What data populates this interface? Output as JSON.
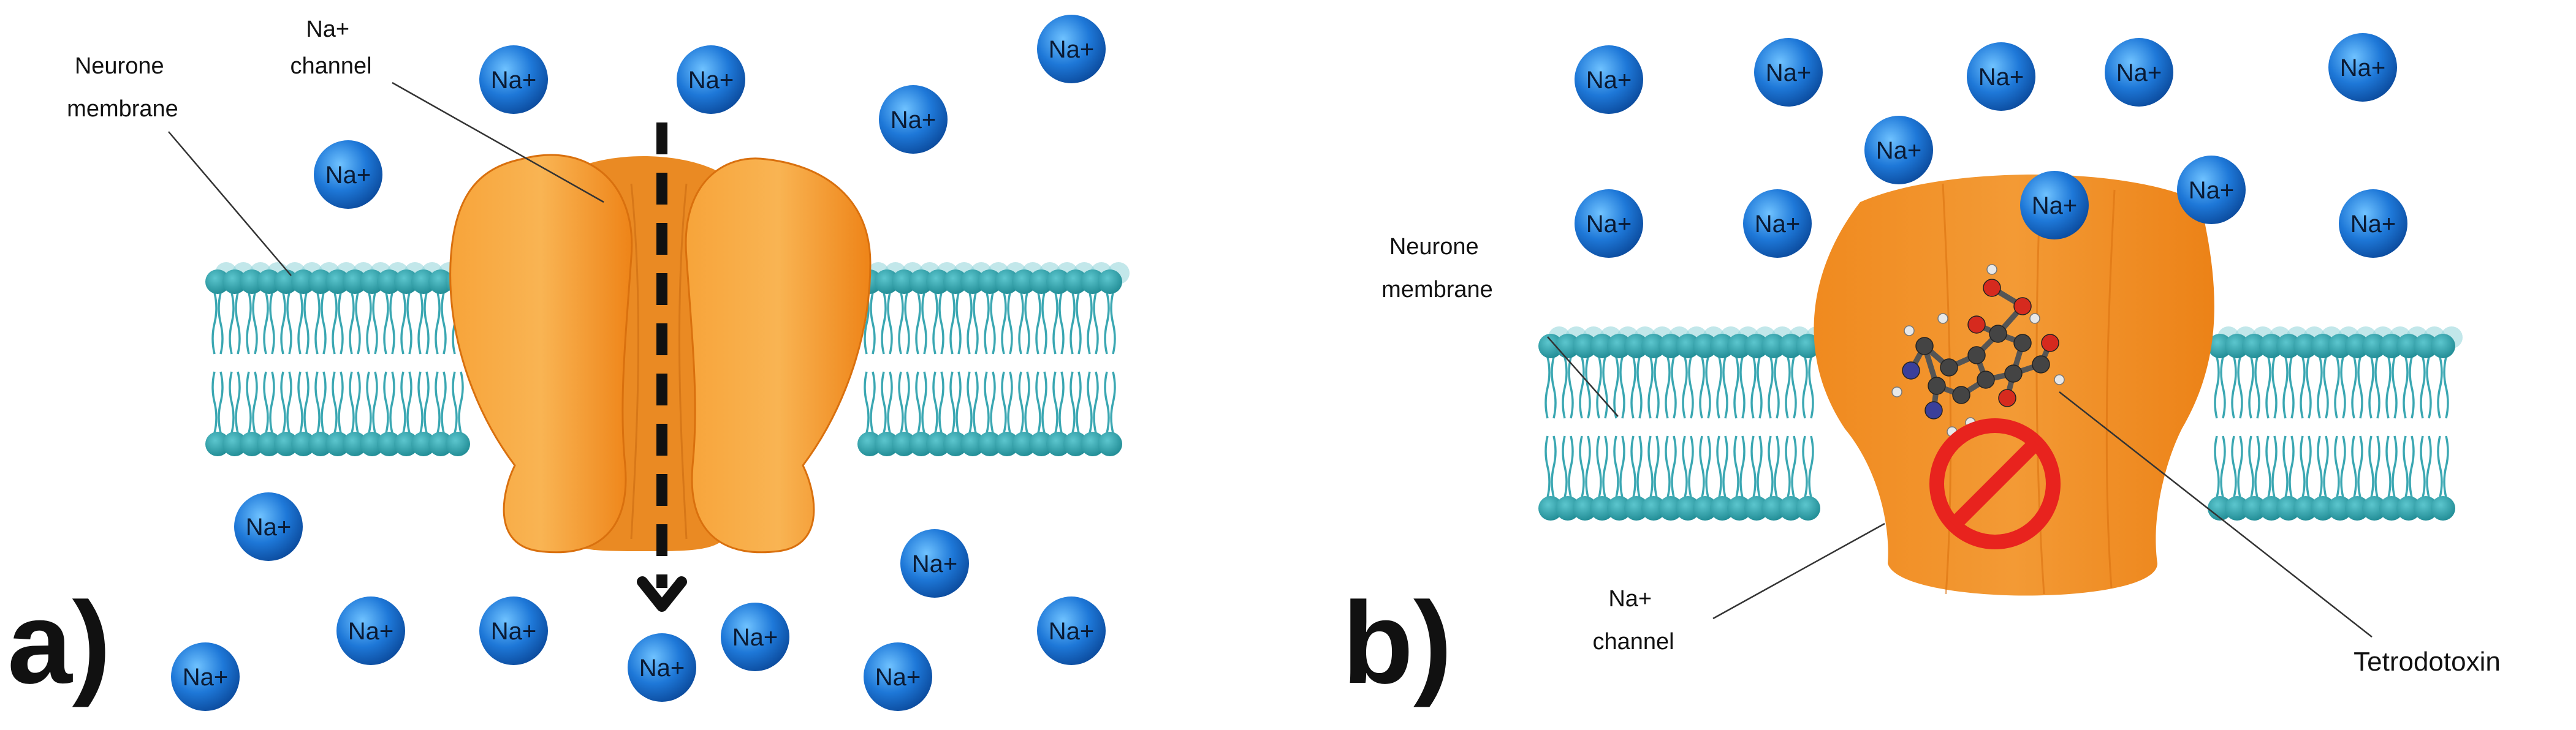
{
  "ion_label": "Na+",
  "panels": [
    {
      "id": "a",
      "panel_label": "a)",
      "membrane_label": [
        "Neurone",
        "membrane"
      ],
      "channel_label": [
        "Na+",
        "channel"
      ],
      "ion_flow": "through channel (dashed arrow)"
    },
    {
      "id": "b",
      "panel_label": "b)",
      "membrane_label": [
        "Neurone",
        "membrane"
      ],
      "channel_label": [
        "Na+",
        "channel"
      ],
      "toxin_label": "Tetrodotoxin",
      "ion_flow": "blocked"
    }
  ],
  "colors": {
    "channel": "#F28A1E",
    "channel_light": "#F9B24D",
    "channel_dark": "#D9700E",
    "membrane_head": "#2E9FA8",
    "membrane_tail": "#3AA7B2",
    "ion_fill": "#1E78D8",
    "ion_dark": "#0E4FA8",
    "block_symbol": "#E8231E",
    "arrow": "#111111"
  },
  "icons": [
    "sodium-ion-icon",
    "no-entry-icon",
    "molecule-icon",
    "arrow-down-icon"
  ]
}
